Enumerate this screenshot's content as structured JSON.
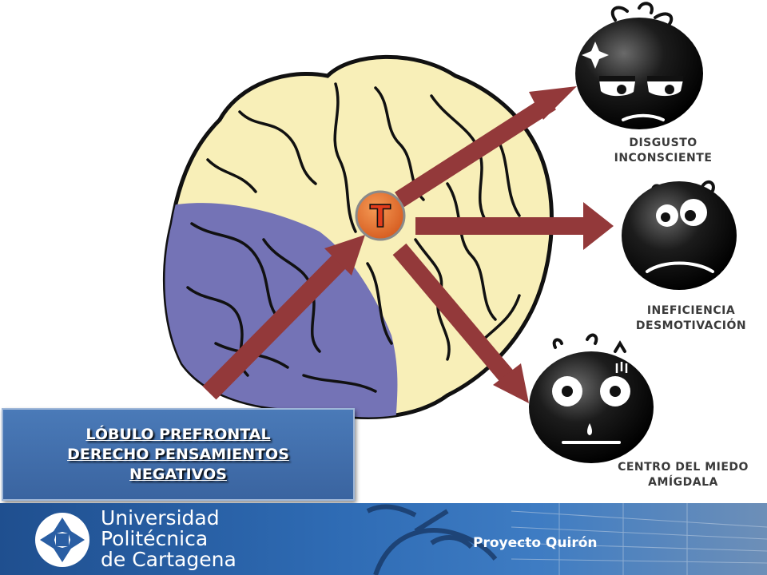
{
  "center_node": {
    "letter": "T",
    "fill": "#e36a2a"
  },
  "brain_region": {
    "label_lines": [
      "LÓBULO PREFRONTAL",
      "DERECHO PENSAMIENTOS",
      "NEGATIVOS"
    ],
    "fill": "#7473b6"
  },
  "effects": [
    {
      "lines": [
        "DISGUSTO",
        "INCONSCIENTE"
      ],
      "face": "annoyed-face-icon"
    },
    {
      "lines": [
        "INEFICIENCIA",
        "DESMOTIVACIÓN"
      ],
      "face": "worried-face-icon"
    },
    {
      "lines": [
        "CENTRO DEL MIEDO",
        "AMÍGDALA"
      ],
      "face": "scared-face-icon"
    }
  ],
  "footer": {
    "university_lines": [
      "Universidad",
      "Politécnica",
      "de Cartagena"
    ],
    "project": "Proyecto Quirón"
  },
  "colors": {
    "arrow": "#93393a",
    "brain": "#f8efb8",
    "footer": "#2a5ea3"
  }
}
